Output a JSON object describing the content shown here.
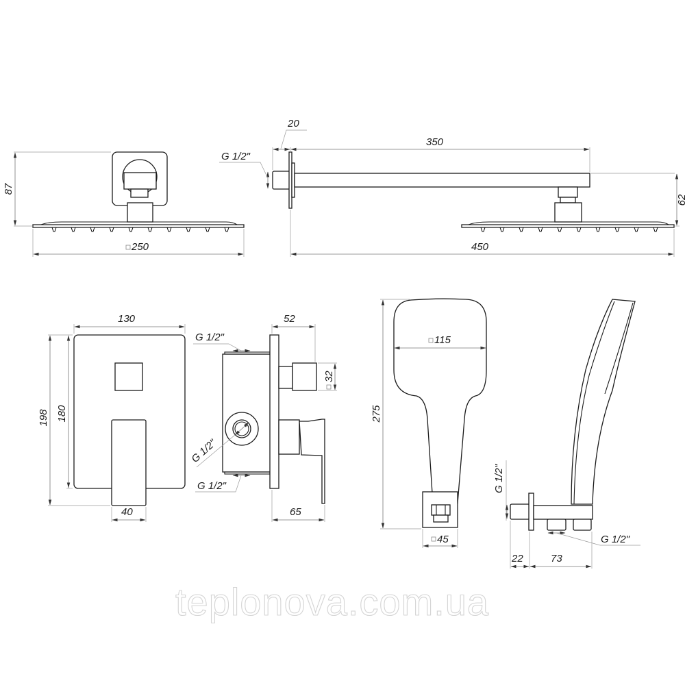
{
  "drawing": {
    "type": "technical-dimension-drawing",
    "subject": "concealed shower system"
  },
  "views": {
    "overhead_front": {
      "height_label": "87",
      "width_label": "250",
      "width_prefix_symbol": "square"
    },
    "overhead_side": {
      "flange_label": "20",
      "thread_label": "G 1/2\"",
      "arm_label": "350",
      "total_label": "450",
      "drop_label": "62"
    },
    "mixer_front": {
      "width_label": "130",
      "outer_height_label": "198",
      "inner_height_label": "180",
      "lever_width_label": "40"
    },
    "mixer_side": {
      "top_thread_label": "G 1/2\"",
      "side_thread_label": "G 1/2\"",
      "bottom_thread_label": "G 1/2\"",
      "projection_label": "52",
      "knob_label": "32",
      "lever_projection_label": "65"
    },
    "hand_shower_front": {
      "head_width_label": "115",
      "length_label": "275",
      "holder_label": "45"
    },
    "hand_shower_side": {
      "inlet_thread_label": "G 1/2\"",
      "outlet_thread_label": "G 1/2\"",
      "wall_label": "22",
      "depth_label": "73"
    }
  },
  "watermark": {
    "text": "teplonova.com.ua"
  }
}
